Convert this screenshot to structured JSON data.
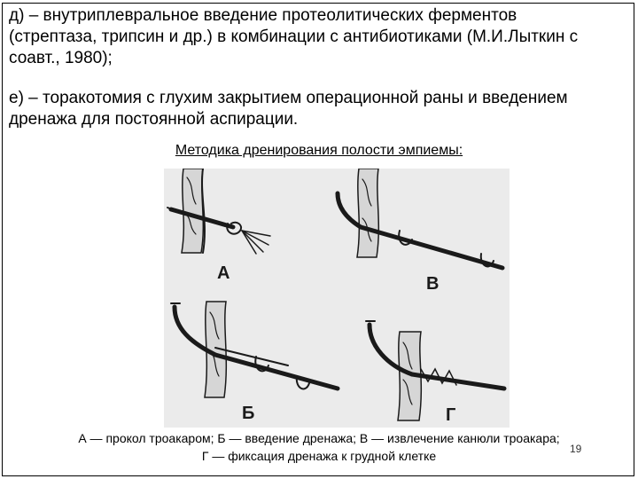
{
  "paragraphs": {
    "d": "д) – внутриплевральное введение протеолитических ферментов\n(стрептаза, трипсин и др.)  в комбинации с антибиотиками (М.И.Лыткин с\nсоавт., 1980);",
    "e": "е) – торакотомия с глухим закрытием операционной раны и введением\nдренажа для постоянной аспирации."
  },
  "figure": {
    "title": "Методика дренирования полости эмпиемы:",
    "panel_labels": {
      "a": "А",
      "b": "Б",
      "v": "В",
      "g": "Г"
    },
    "caption_line1": "А — прокол троакаром; Б — введение дренажа; В — извлечение канюли троакара;",
    "caption_line2": "Г — фиксация дренажа к грудной клетке"
  },
  "page_number": "19",
  "colors": {
    "text": "#000000",
    "figure_background": "#ebebeb",
    "drawing": "#1a1a1a"
  }
}
